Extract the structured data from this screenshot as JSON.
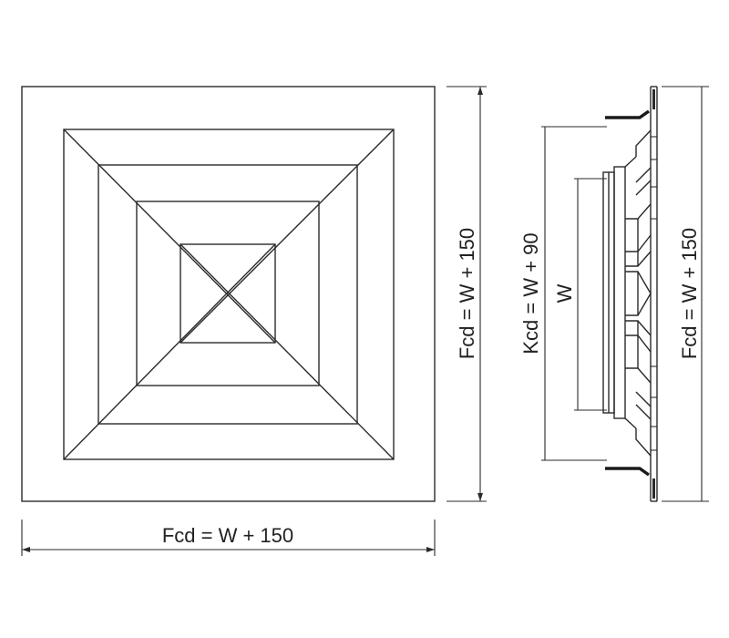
{
  "front_view": {
    "bottom_dimension": "Fcd = W + 150",
    "right_dimension": "Fcd = W + 150"
  },
  "side_view": {
    "inner_dimension": "W",
    "middle_dimension": "Kcd = W + 90",
    "outer_dimension": "Fcd = W + 150"
  },
  "colors": {
    "ink": "#2a2a2a",
    "background": "#ffffff"
  }
}
